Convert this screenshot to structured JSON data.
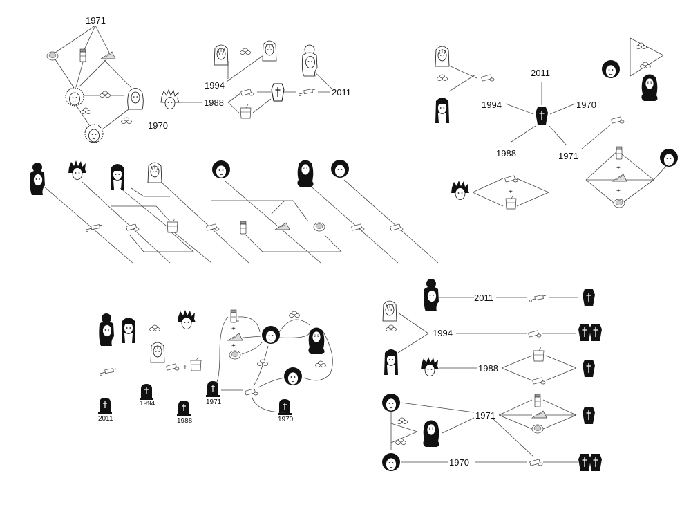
{
  "years": {
    "y1971": "1971",
    "y1994": "1994",
    "y1988": "1988",
    "y2011": "2011",
    "y1970": "1970"
  },
  "operators": {
    "plus": "+"
  },
  "colors": {
    "ink": "#111111",
    "line": "#444444",
    "paper": "#ffffff"
  },
  "icons": [
    "face-afro-icon",
    "face-straight-hair-icon",
    "face-beehive-icon",
    "face-bangs-icon",
    "face-spiky-hair-icon",
    "face-curly-hair-icon",
    "pill-icon",
    "bottle-icon",
    "syringe-icon",
    "coffin-icon",
    "tombstone-icon",
    "glass-icon",
    "powder-icon"
  ]
}
